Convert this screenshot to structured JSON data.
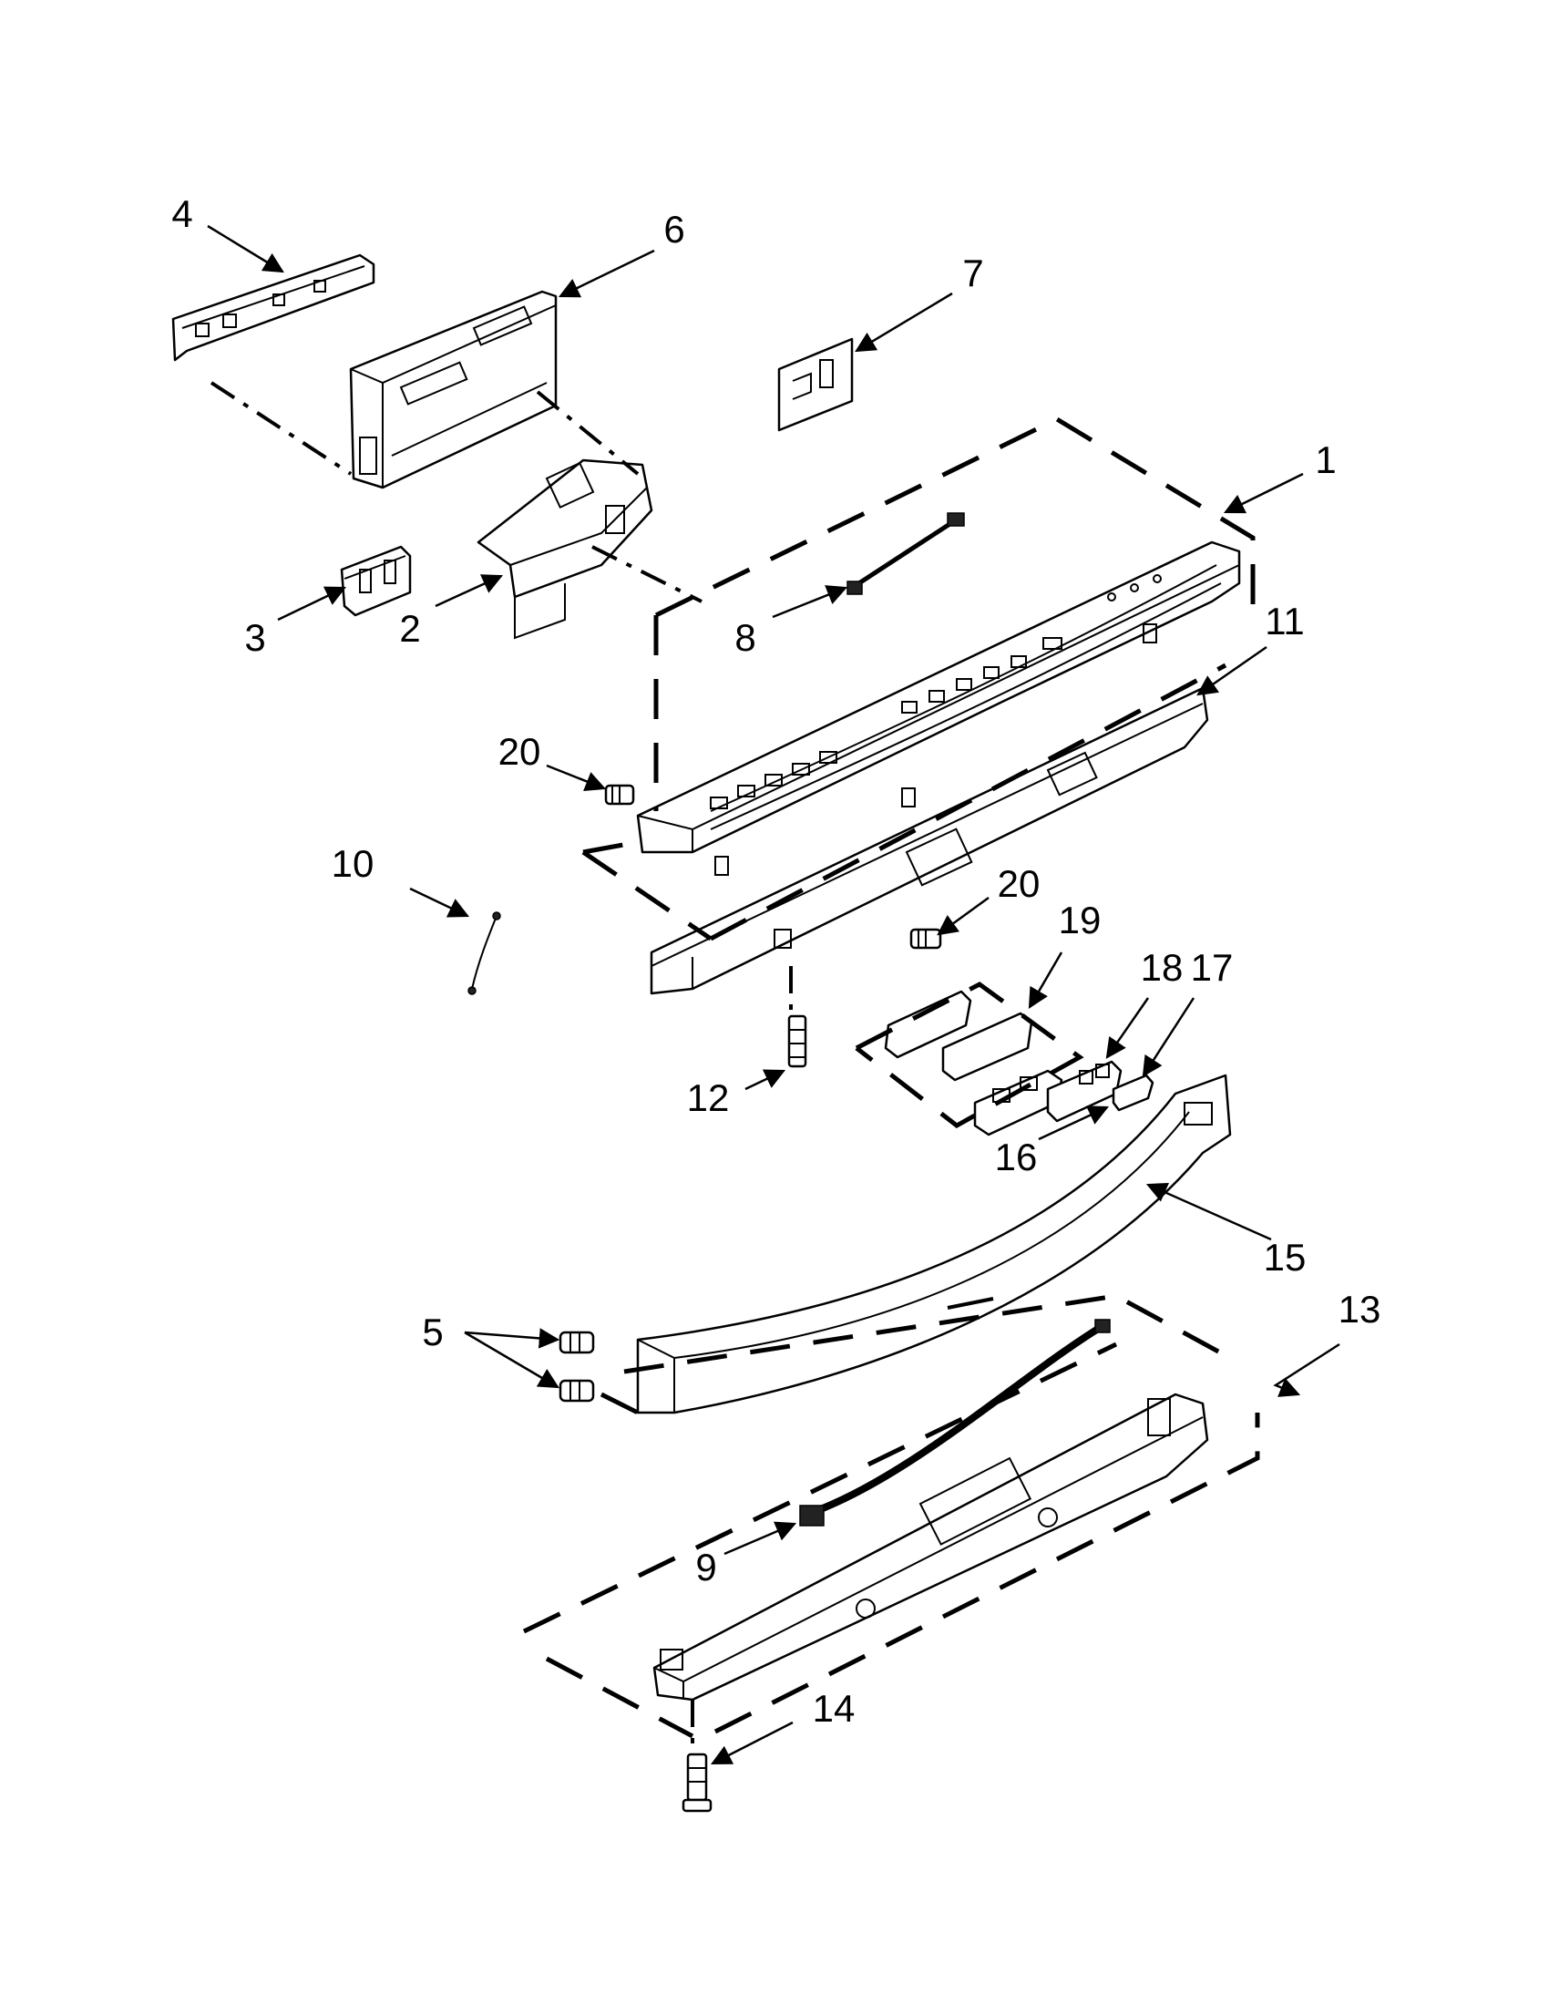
{
  "callouts": {
    "p1": "1",
    "p2": "2",
    "p3": "3",
    "p4": "4",
    "p5": "5",
    "p6": "6",
    "p7": "7",
    "p8": "8",
    "p9": "9",
    "p10": "10",
    "p11": "11",
    "p12": "12",
    "p13": "13",
    "p14": "14",
    "p15": "15",
    "p16": "16",
    "p17": "17",
    "p18": "18",
    "p19": "19",
    "p20a": "20",
    "p20b": "20"
  }
}
